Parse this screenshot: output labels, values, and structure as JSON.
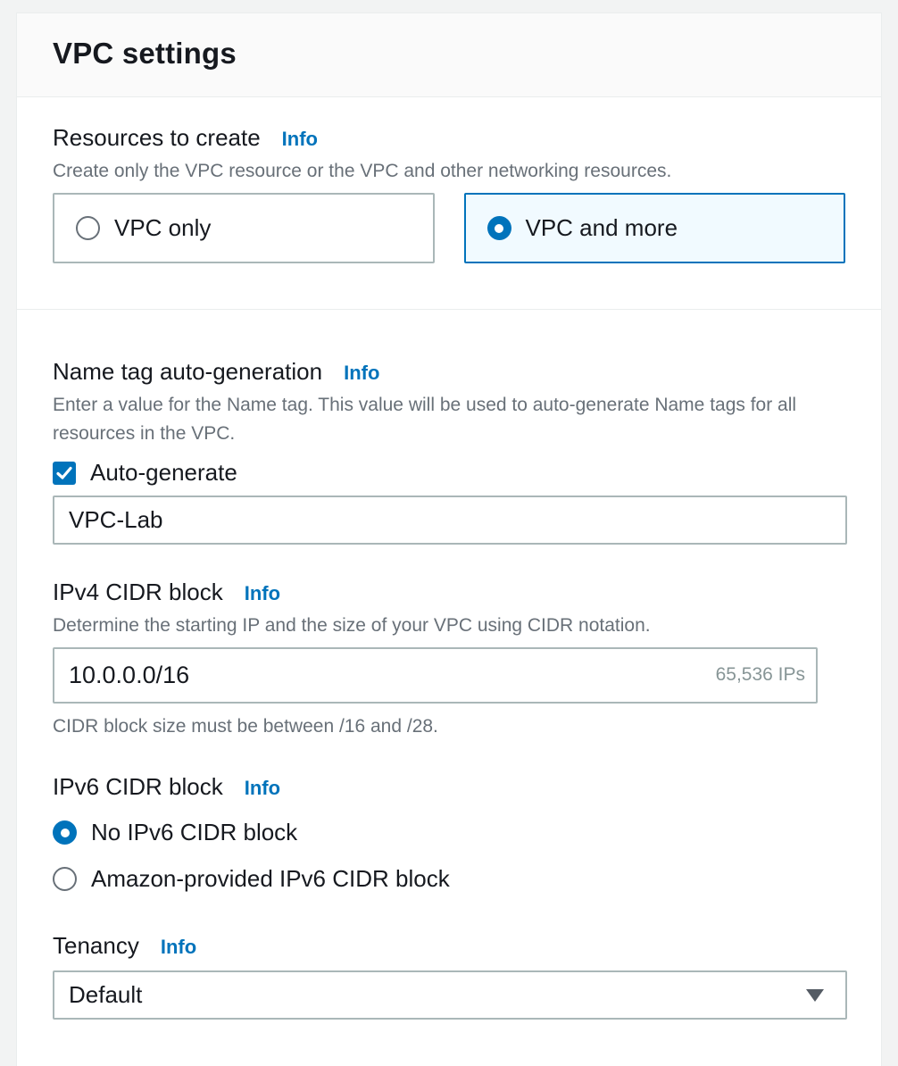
{
  "panel": {
    "title": "VPC settings"
  },
  "resources": {
    "label": "Resources to create",
    "info": "Info",
    "description": "Create only the VPC resource or the VPC and other networking resources.",
    "options": [
      {
        "label": "VPC only",
        "selected": false
      },
      {
        "label": "VPC and more",
        "selected": true
      }
    ]
  },
  "name_tag": {
    "label": "Name tag auto-generation",
    "info": "Info",
    "description": "Enter a value for the Name tag. This value will be used to auto-generate Name tags for all resources in the VPC.",
    "checkbox_label": "Auto-generate",
    "checked": true,
    "value": "VPC-Lab"
  },
  "ipv4": {
    "label": "IPv4 CIDR block",
    "info": "Info",
    "description": "Determine the starting IP and the size of your VPC using CIDR notation.",
    "value": "10.0.0.0/16",
    "ip_count": "65,536 IPs",
    "constraint": "CIDR block size must be between /16 and /28."
  },
  "ipv6": {
    "label": "IPv6 CIDR block",
    "info": "Info",
    "options": [
      {
        "label": "No IPv6 CIDR block",
        "selected": true
      },
      {
        "label": "Amazon-provided IPv6 CIDR block",
        "selected": false
      }
    ]
  },
  "tenancy": {
    "label": "Tenancy",
    "info": "Info",
    "selected": "Default"
  },
  "colors": {
    "accent": "#0073bb",
    "selected_tile_bg": "#f1faff",
    "border": "#aab7b8",
    "muted_text": "#687078"
  }
}
